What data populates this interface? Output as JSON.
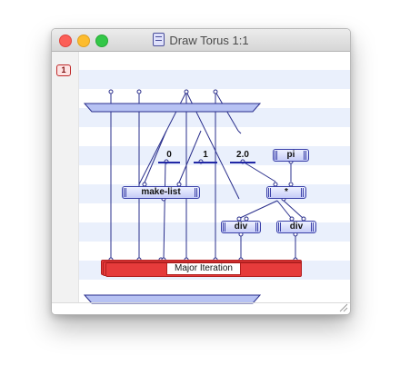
{
  "window": {
    "title": "Draw Torus 1:1"
  },
  "canvas": {
    "iteration_badge": "1"
  },
  "nodes": {
    "const_0": "0",
    "const_1": "1",
    "const_2": "2.0",
    "pi": "pi",
    "make_list": "make-list",
    "multiply": "*",
    "div_left": "div",
    "div_right": "div",
    "major_iteration": "Major Iteration"
  },
  "colors": {
    "wire": "#2a2f8c",
    "node_fill": "#c5cbf7",
    "node_border": "#3a40a8",
    "iteration_fill": "#e63b3b",
    "row_band": "#eaf0fc"
  }
}
